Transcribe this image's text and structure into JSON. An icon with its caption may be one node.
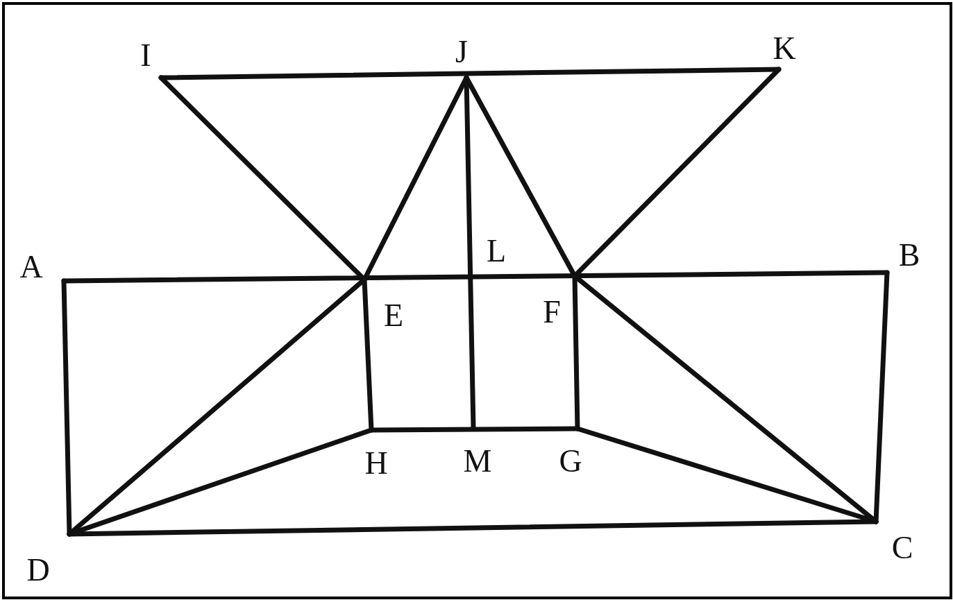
{
  "diagram": {
    "labels": [
      "I",
      "J",
      "K",
      "A",
      "L",
      "B",
      "E",
      "F",
      "H",
      "M",
      "G",
      "D",
      "C"
    ]
  }
}
